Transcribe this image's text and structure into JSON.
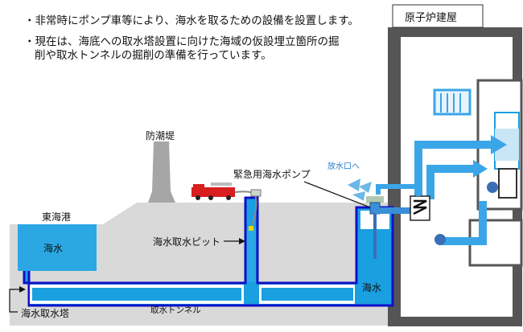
{
  "bullets": [
    "・非常時にポンプ車等により、海水を取るための設備を設置します。",
    "・現在は、海底への取水塔設置に向けた海域の仮設埋立箇所の掘",
    "削や取水トンネルの掘削の準備を行っています。"
  ],
  "labels": {
    "reactor_building": "原子炉建屋",
    "breakwater": "防潮堤",
    "harbor": "東海港",
    "seawater_left": "海水",
    "seawater_pit": "海水",
    "emergency_pump": "緊急用海水ポンプ",
    "outlet": "放水口へ",
    "intake_pit": "海水取水ピット",
    "intake_tunnel": "取水トンネル",
    "intake_tower": "海水取水塔"
  },
  "colors": {
    "water": "#1a9fe0",
    "tunnel": "#1010c8",
    "ground": "#d9d9d9",
    "building": "#555555",
    "pipe": "#3aa6e8",
    "truck": "#d81e1e"
  }
}
